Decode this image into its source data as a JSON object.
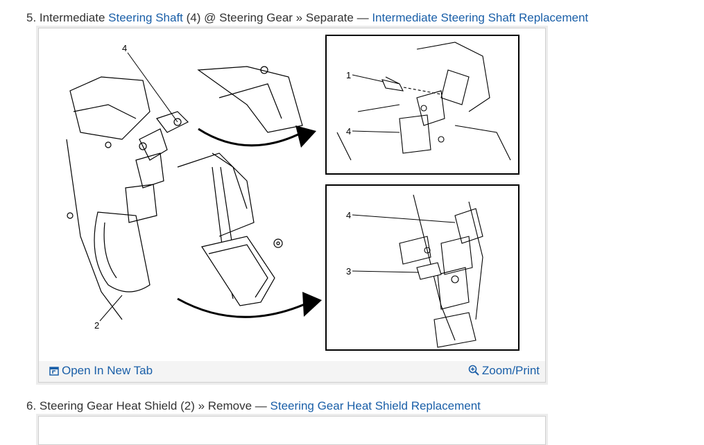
{
  "steps": [
    {
      "number": "5.",
      "pre": "Intermediate",
      "link1": "Steering Shaft",
      "mid": "(4) @ Steering Gear » Separate —",
      "link2": "Intermediate Steering Shaft Replacement"
    },
    {
      "number": "6.",
      "pre": "Steering Gear Heat Shield (2) » Remove —",
      "link2": "Steering Gear Heat Shield Replacement"
    }
  ],
  "figure": {
    "callouts": {
      "main_top": "4",
      "main_bottom": "2",
      "inset1_a": "1",
      "inset1_b": "4",
      "inset2_a": "4",
      "inset2_b": "3"
    },
    "toolbar": {
      "open_label": "Open In New Tab",
      "zoom_label": "Zoom/Print",
      "open_icon": "open-new-tab-icon",
      "zoom_icon": "zoom-magnifier-icon"
    }
  },
  "colors": {
    "link": "#1a5fa8",
    "text": "#333333",
    "toolbar_bg": "#f4f4f4",
    "border": "#cfcfcf"
  }
}
